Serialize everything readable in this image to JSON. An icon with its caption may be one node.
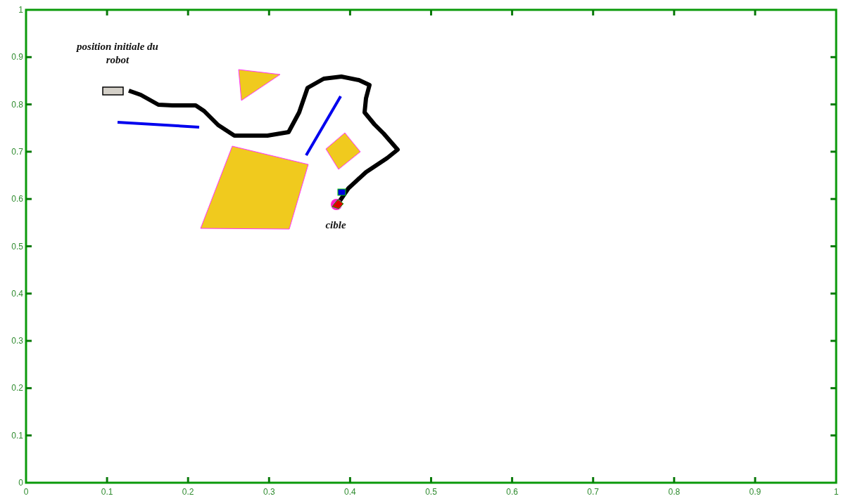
{
  "diagram": {
    "labels": [
      "position initiale du robot",
      "cible",
      "1",
      "0.9",
      "0.8",
      "0.7",
      "0.6",
      "0.5",
      "0.4",
      "0.3",
      "0.2",
      "0.1",
      "0",
      "0",
      "0.1",
      "0.2",
      "0.3",
      "0.4",
      "0.5",
      "0.6",
      "0.7",
      "0.8",
      "0.9",
      "1"
    ]
  }
}
